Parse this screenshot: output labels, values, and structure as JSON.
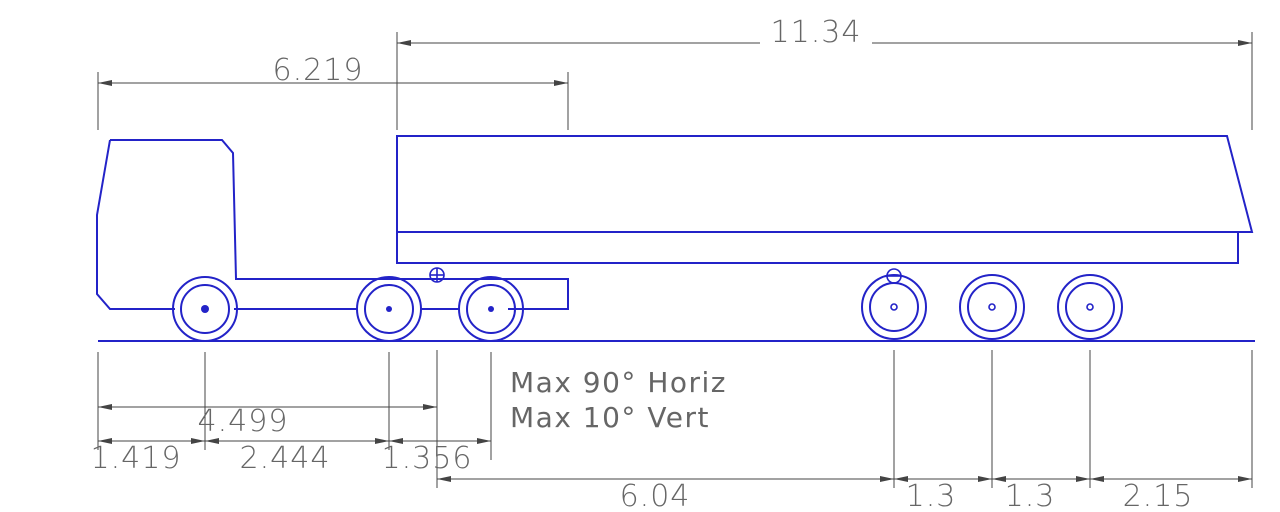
{
  "dimensions": {
    "overall_trailer": "11.34",
    "tractor_to_kingpin": "6.219",
    "front_overhang": "1.419",
    "tractor_wheelbase": "2.444",
    "drive_axle_spread": "1.356",
    "front_to_kingpin": "4.499",
    "kingpin_to_trailer_axle": "6.04",
    "trailer_axle_spread_1": "1.3",
    "trailer_axle_spread_2": "1.3",
    "rear_overhang": "2.15"
  },
  "articulation_note": {
    "line1": "Max 90° Horiz",
    "line2": "Max 10° Vert"
  },
  "colors": {
    "vehicle": "#2323c8",
    "dimension": "#444444",
    "text": "#666666"
  }
}
